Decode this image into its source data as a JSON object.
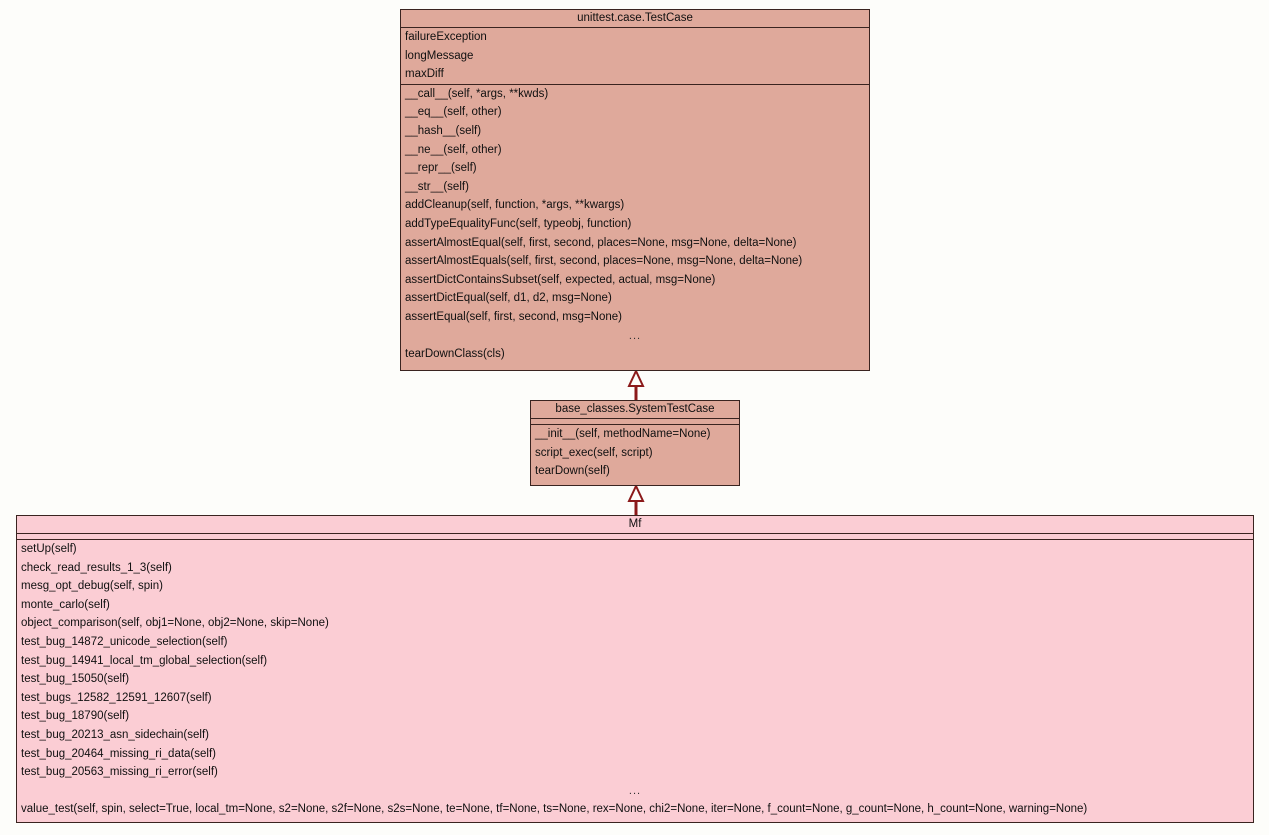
{
  "diagram": {
    "type": "uml-class-diagram",
    "background_color": "#fdfdfa",
    "edge_color": "#8b1a1a",
    "classes": [
      {
        "id": "testcase",
        "name": "unittest.case.TestCase",
        "fill_color": "#dfa99b",
        "border_color": "#3a2420",
        "attributes": [
          "failureException",
          "longMessage",
          "maxDiff"
        ],
        "operations": [
          "__call__(self, *args, **kwds)",
          "__eq__(self, other)",
          "__hash__(self)",
          "__ne__(self, other)",
          "__repr__(self)",
          "__str__(self)",
          "addCleanup(self, function, *args, **kwargs)",
          "addTypeEqualityFunc(self, typeobj, function)",
          "assertAlmostEqual(self, first, second, places=None, msg=None, delta=None)",
          "assertAlmostEquals(self, first, second, places=None, msg=None, delta=None)",
          "assertDictContainsSubset(self, expected, actual, msg=None)",
          "assertDictEqual(self, d1, d2, msg=None)",
          "assertEqual(self, first, second, msg=None)",
          "...",
          "tearDownClass(cls)"
        ]
      },
      {
        "id": "systemtestcase",
        "name": "base_classes.SystemTestCase",
        "fill_color": "#dfa99b",
        "border_color": "#3a2420",
        "attributes": [],
        "operations": [
          "__init__(self, methodName=None)",
          "script_exec(self, script)",
          "tearDown(self)"
        ]
      },
      {
        "id": "mf",
        "name": "Mf",
        "fill_color": "#fbcdd4",
        "border_color": "#3a2420",
        "attributes": [],
        "operations": [
          "setUp(self)",
          "check_read_results_1_3(self)",
          "mesg_opt_debug(self, spin)",
          "monte_carlo(self)",
          "object_comparison(self, obj1=None, obj2=None, skip=None)",
          "test_bug_14872_unicode_selection(self)",
          "test_bug_14941_local_tm_global_selection(self)",
          "test_bug_15050(self)",
          "test_bugs_12582_12591_12607(self)",
          "test_bug_18790(self)",
          "test_bug_20213_asn_sidechain(self)",
          "test_bug_20464_missing_ri_data(self)",
          "test_bug_20563_missing_ri_error(self)",
          "...",
          "value_test(self, spin, select=True, local_tm=None, s2=None, s2f=None, s2s=None, te=None, tf=None, ts=None, rex=None, chi2=None, iter=None, f_count=None, g_count=None, h_count=None, warning=None)"
        ]
      }
    ],
    "relations": [
      {
        "kind": "generalization",
        "from": "systemtestcase",
        "to": "testcase"
      },
      {
        "kind": "generalization",
        "from": "mf",
        "to": "systemtestcase"
      }
    ]
  }
}
